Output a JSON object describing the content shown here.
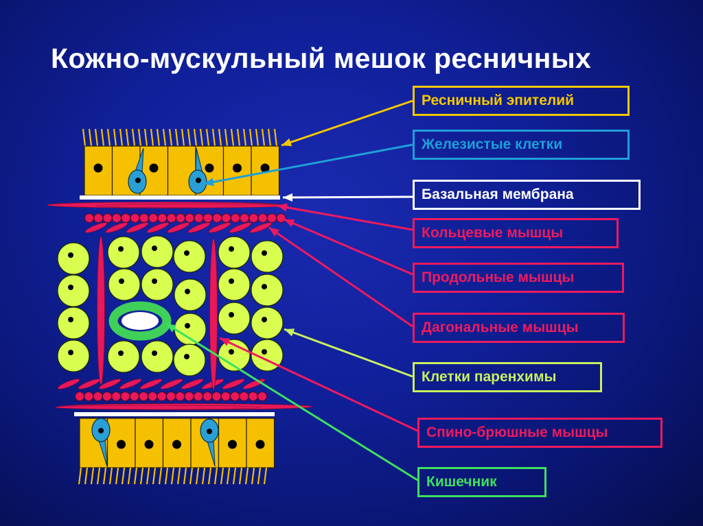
{
  "slide": {
    "title": "Кожно-мускульный мешок ресничных"
  },
  "labels": {
    "ciliated_epithelium": "Ресничный эпителий",
    "glandular_cells": "Железистые клетки",
    "basal_membrane": "Базальная мембрана",
    "ring_muscles": "Кольцевые мышцы",
    "longitudinal_muscles": "Продольные мышцы",
    "diagonal_muscles": "Дагональные мышцы",
    "parenchyma_cells": "Клетки паренхимы",
    "dorsoventral_muscles": "Спино-брюшные мышцы",
    "intestine": "Кишечник"
  },
  "colors": {
    "epithelium": "#f5c000",
    "glandular": "#2a9fd6",
    "muscle": "#e8185a",
    "parenchyma": "#d8ff50",
    "intestine": "#3fd05a",
    "ciliated_epithelium": "#f5c800",
    "glandular_cells": "#1f9fd8",
    "basal_membrane": "#ffffff",
    "ring_muscles": "#ee1a5e",
    "longitudinal_muscles": "#ee1a5e",
    "diagonal_muscles": "#ee1a5e",
    "parenchyma_cells": "#c8f060",
    "dorsoventral_muscles": "#ee1a5e",
    "intestine_label": "#3ee060"
  }
}
